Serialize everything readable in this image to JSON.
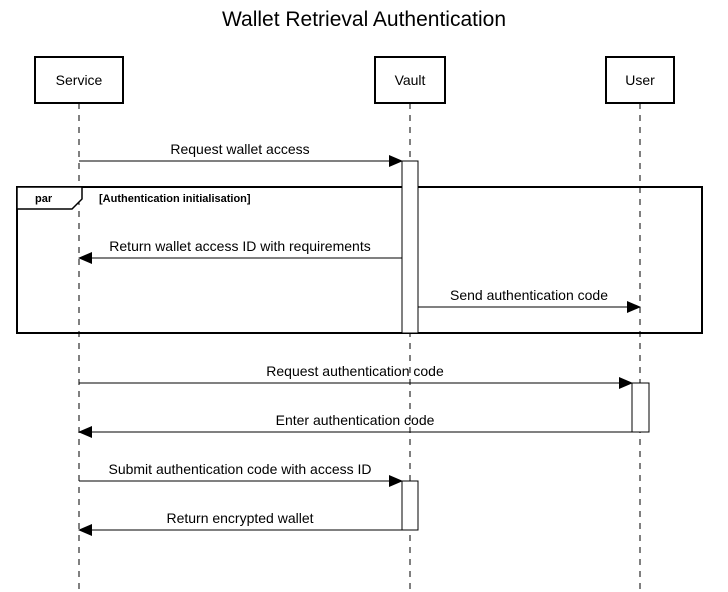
{
  "title": "Wallet Retrieval Authentication",
  "participants": [
    {
      "id": "service",
      "label": "Service"
    },
    {
      "id": "vault",
      "label": "Vault"
    },
    {
      "id": "user",
      "label": "User"
    }
  ],
  "frame": {
    "operator": "par",
    "condition": "[Authentication initialisation]"
  },
  "messages": [
    {
      "from": "service",
      "to": "vault",
      "label": "Request wallet access"
    },
    {
      "from": "vault",
      "to": "service",
      "label": "Return wallet access ID with requirements"
    },
    {
      "from": "vault",
      "to": "user",
      "label": "Send authentication code"
    },
    {
      "from": "service",
      "to": "user",
      "label": "Request authentication code"
    },
    {
      "from": "user",
      "to": "service",
      "label": "Enter authentication code"
    },
    {
      "from": "service",
      "to": "vault",
      "label": "Submit authentication code with access ID"
    },
    {
      "from": "vault",
      "to": "service",
      "label": "Return encrypted wallet"
    }
  ]
}
